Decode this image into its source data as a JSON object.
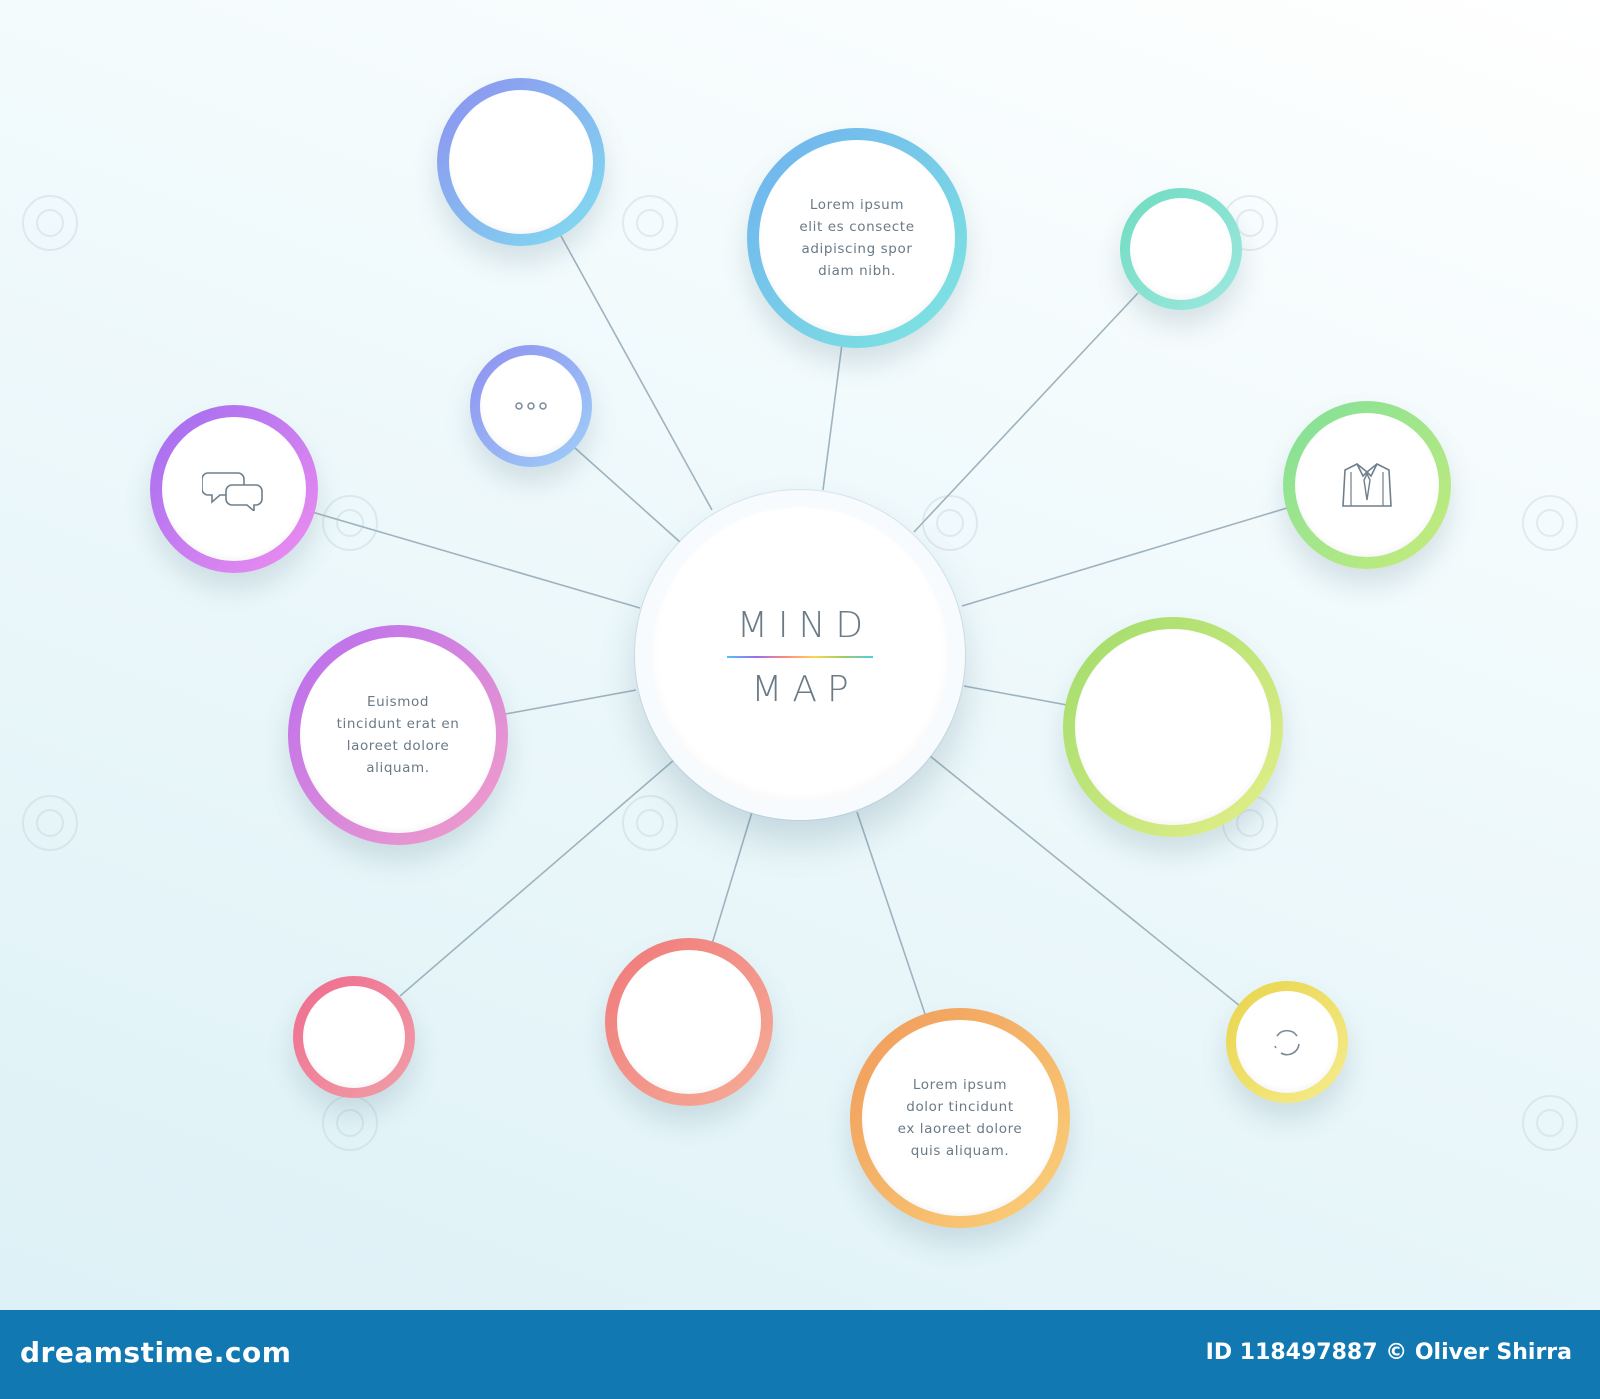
{
  "center": {
    "line1": "MIND",
    "line2": "MAP"
  },
  "nodes": {
    "top_left": {
      "ring": [
        "#8e8ff0",
        "#7fe0f0"
      ]
    },
    "top_center": {
      "ring": [
        "#6fb0f0",
        "#7fe8e0"
      ],
      "text": "Lorem ipsum\nelit es consecte\nadipiscing spor\ndiam nibh."
    },
    "top_right": {
      "ring": [
        "#6fdcc0",
        "#9ee8e0"
      ]
    },
    "ellipsis": {
      "ring": [
        "#8e8ff0",
        "#9fd0f8"
      ],
      "icon": "ellipsis-icon"
    },
    "chat": {
      "ring": [
        "#a06cf0",
        "#f08ef0"
      ],
      "icon": "chat-bubbles-icon"
    },
    "shirt": {
      "ring": [
        "#7fe09a",
        "#c8ec7a"
      ],
      "icon": "shirt-tie-icon"
    },
    "text_left": {
      "ring": [
        "#b86cf0",
        "#f4a0c8"
      ],
      "text": "Euismod\ntincidunt erat en\nlaoreet dolore\naliquam."
    },
    "right_big": {
      "ring": [
        "#9edc6a",
        "#e6ef8a"
      ]
    },
    "bottom_left": {
      "ring": [
        "#f06a8e",
        "#f0a0a8"
      ]
    },
    "bottom_mid": {
      "ring": [
        "#f0787a",
        "#f6ae98"
      ]
    },
    "bottom_text": {
      "ring": [
        "#f09a5a",
        "#fbd27a"
      ],
      "text": "Lorem ipsum\ndolor tincidunt\nex laoreet dolore\nquis aliquam."
    },
    "bottom_right": {
      "ring": [
        "#e8d44a",
        "#f6ec8e"
      ],
      "icon": "refresh-circle-icon"
    }
  },
  "footer": {
    "brand": "dreamstime.com",
    "credit": "ID 118497887 © Oliver Shirra",
    "background": "#1178b2"
  }
}
